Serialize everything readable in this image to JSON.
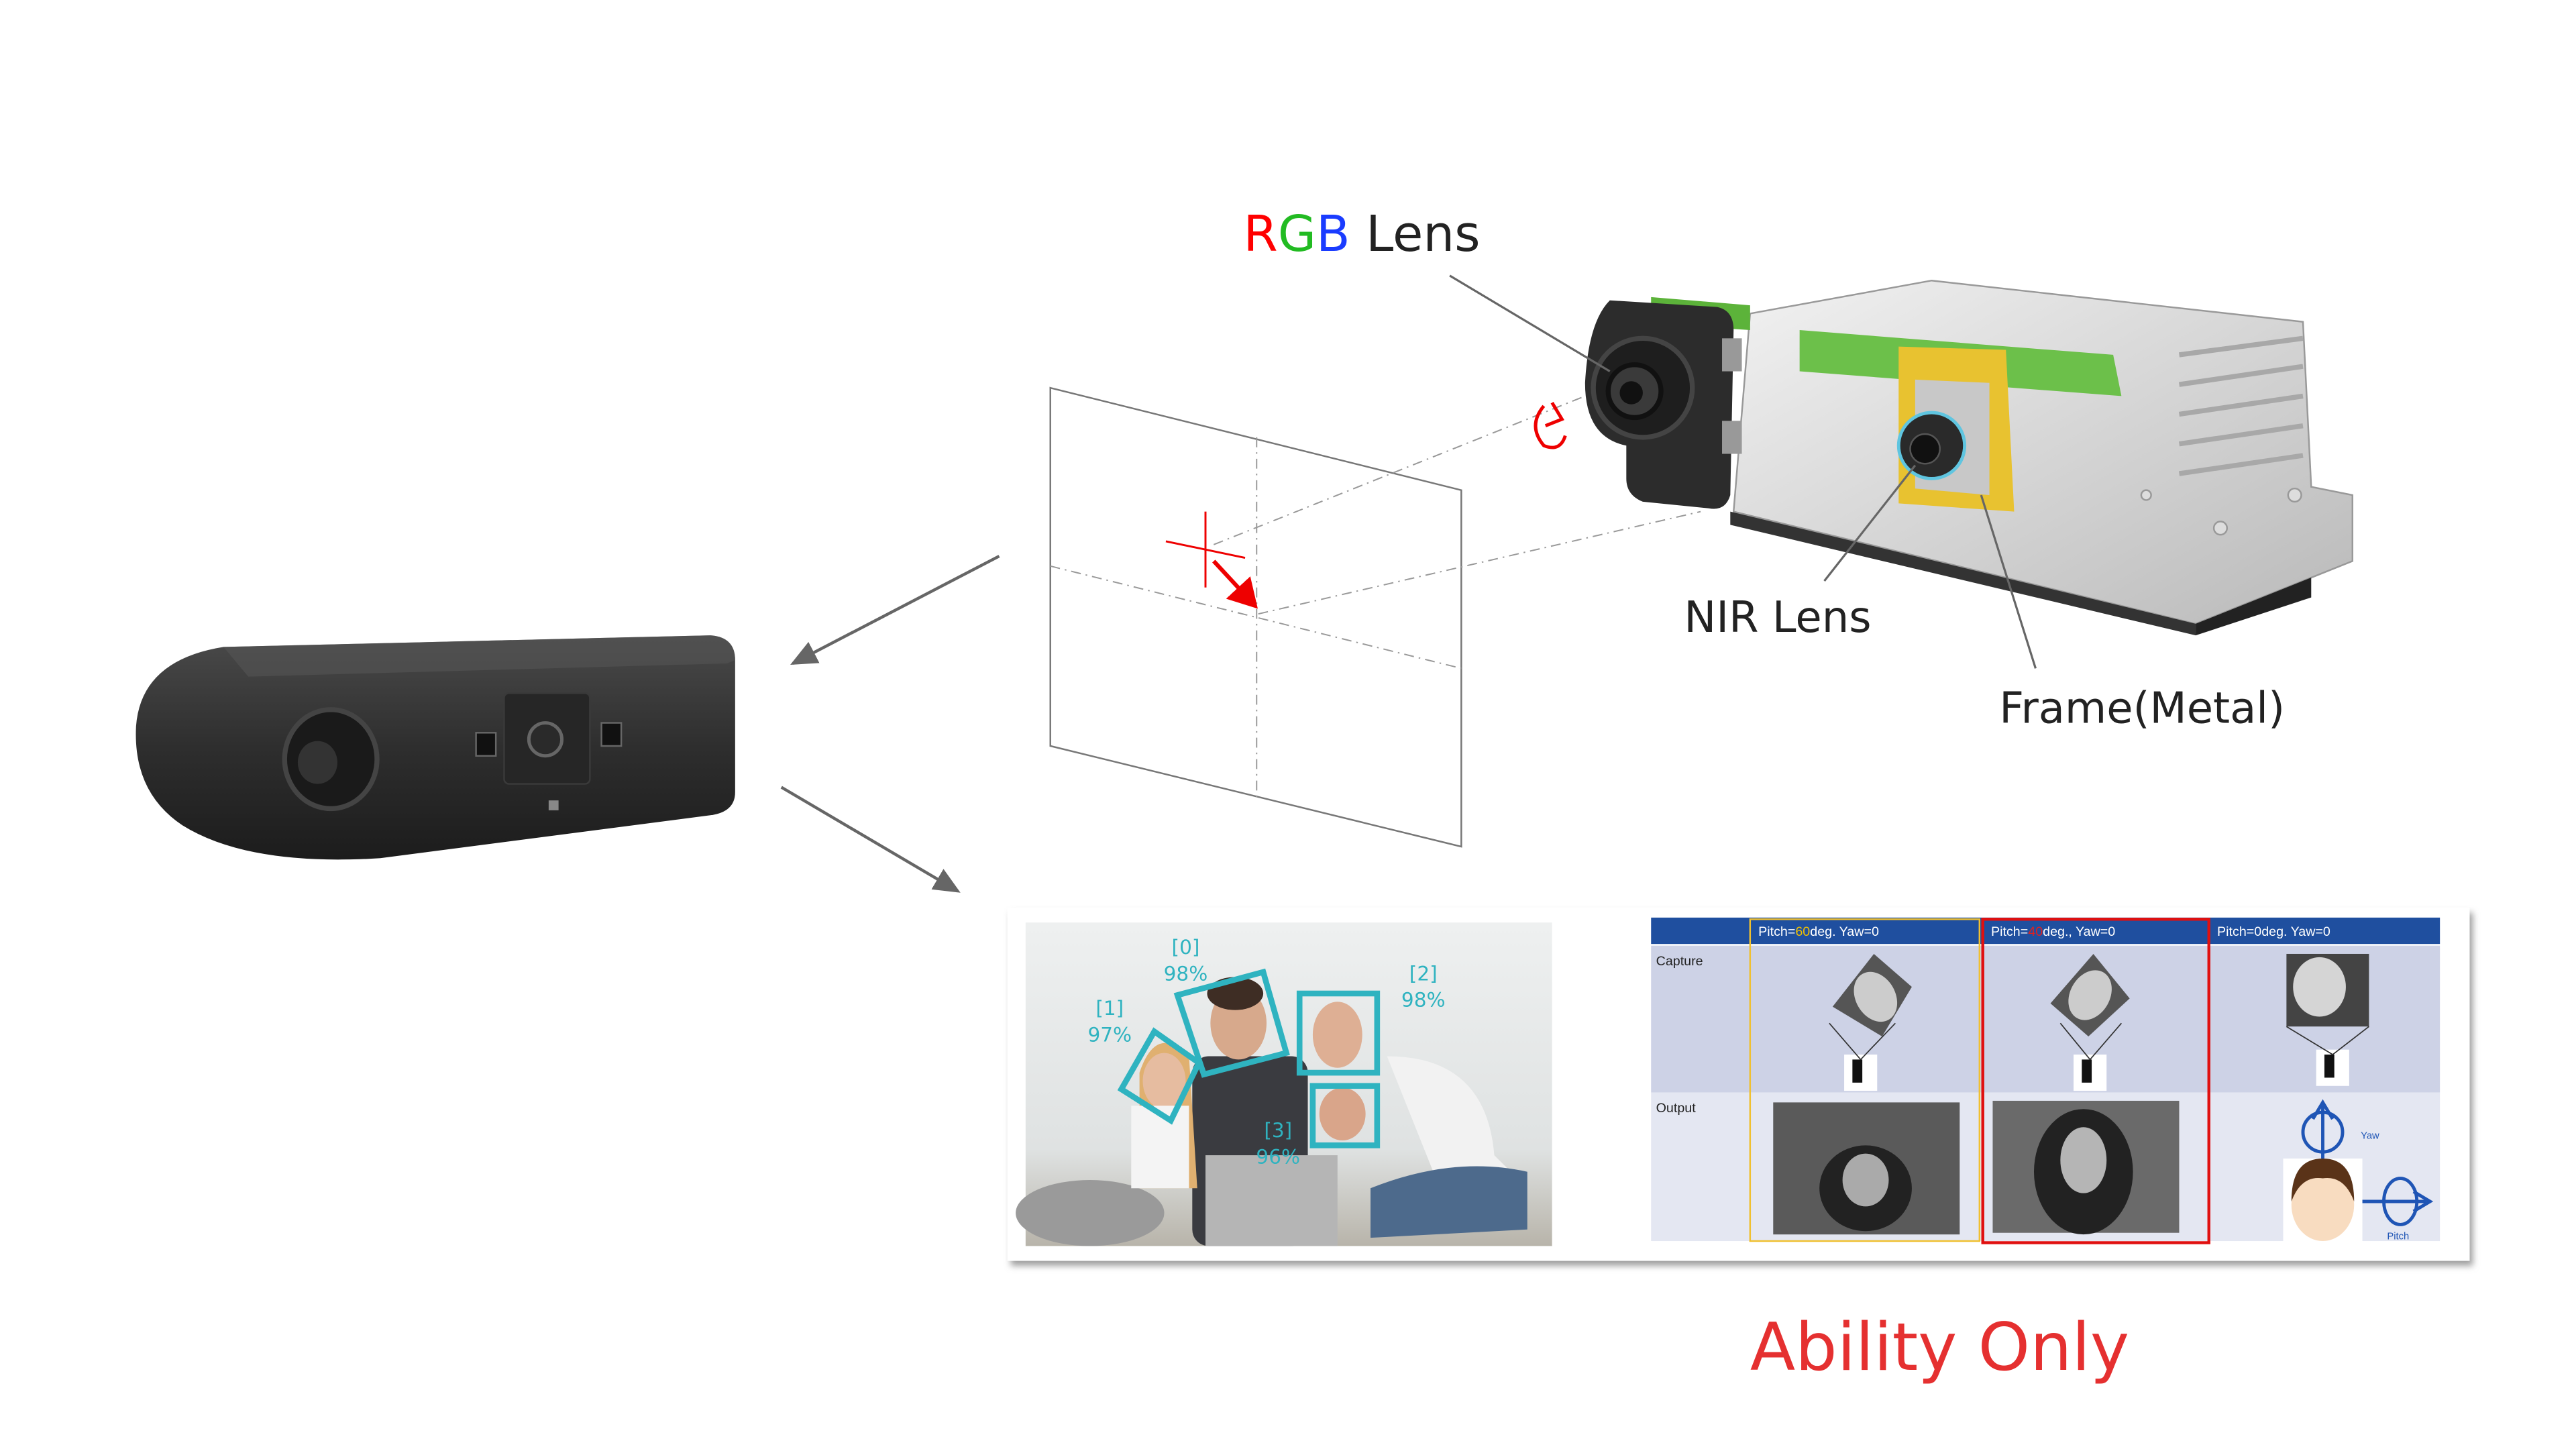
{
  "labels": {
    "rgb_r": "R",
    "rgb_g": "G",
    "rgb_b": "B",
    "rgb_rest": " Lens",
    "nir_lens": "NIR Lens",
    "frame": "Frame(Metal)"
  },
  "colors": {
    "rgb_red": "#ff0000",
    "rgb_green": "#22bb22",
    "rgb_blue": "#1a3cff",
    "detection_box": "#2fb3c0",
    "table_header": "#1f4f9f",
    "watermark": "#e53030"
  },
  "detections": [
    {
      "id": "[0]",
      "conf": "98%"
    },
    {
      "id": "[1]",
      "conf": "97%"
    },
    {
      "id": "[2]",
      "conf": "98%"
    },
    {
      "id": "[3]",
      "conf": "96%"
    }
  ],
  "pose_table": {
    "headers": [
      {
        "prefix": "Pitch=",
        "value": "60",
        "suffix": "deg. Yaw=0",
        "value_color": "#f0c000"
      },
      {
        "prefix": "Pitch=",
        "value": "40",
        "suffix": "deg., Yaw=0",
        "value_color": "#e02020"
      },
      {
        "prefix": "Pitch=0deg. Yaw=0",
        "value": "",
        "suffix": "",
        "value_color": ""
      }
    ],
    "row_labels": [
      "Capture",
      "Output"
    ],
    "axis_labels": {
      "yaw": "Yaw",
      "pitch": "Pitch"
    },
    "watermark": "Ability Only"
  }
}
